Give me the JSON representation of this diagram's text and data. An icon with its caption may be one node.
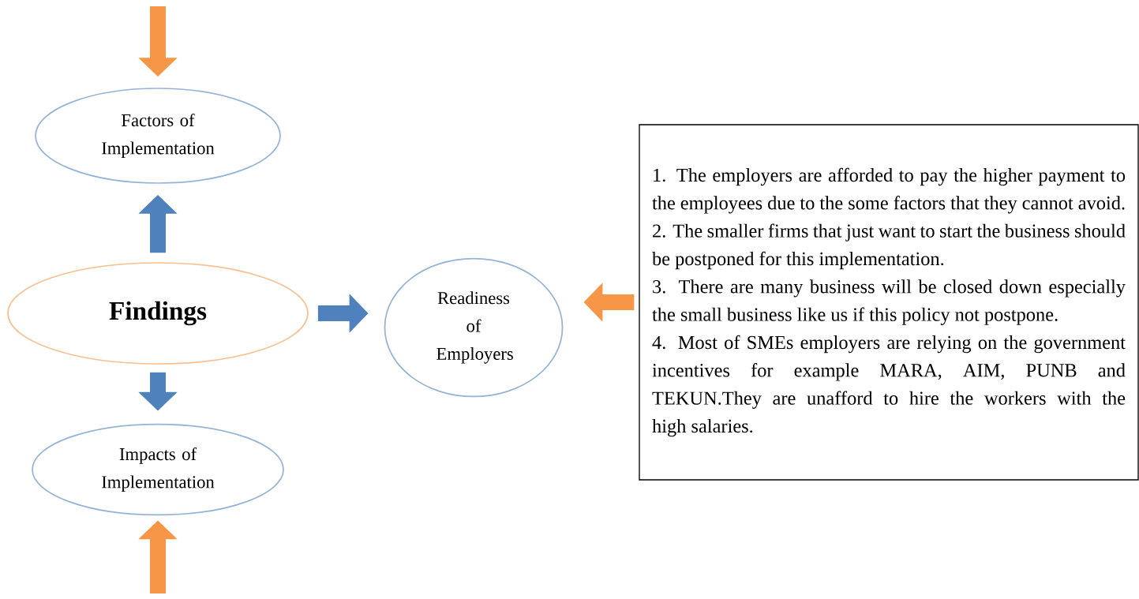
{
  "diagram": {
    "nodes": [
      {
        "text": [
          "Factors of Implementation"
        ]
      },
      {
        "text": [
          "Findings"
        ]
      },
      {
        "text": [
          "Readiness of Employers"
        ]
      },
      {
        "text": [
          "Impacts of Implementation"
        ]
      },
      {
        "text": [
          "1. The employers are afforded to pay the higher payment to the employees due to the some factors that they cannot avoid.",
          "2. The smaller firms that just want to start the business should be postponed for this implementation.",
          "3. There are many business will be closed down especially the small business like us if this policy not postpone.",
          "4. Most of SMEs employers are relying on the government incentives for example MARA, AIM, PUNB and TEKUN.They are unafford to hire the workers with the high salaries."
        ]
      }
    ],
    "edges": [
      {
        "from": null,
        "to": 0,
        "arrow": "to",
        "color": "#f79646"
      },
      {
        "from": 1,
        "to": 0,
        "arrow": "to",
        "color": "#4f81bd"
      },
      {
        "from": 1,
        "to": 2,
        "arrow": "to",
        "color": "#4f81bd"
      },
      {
        "from": 1,
        "to": 3,
        "arrow": "to",
        "color": "#4f81bd"
      },
      {
        "from": null,
        "to": 3,
        "arrow": "to",
        "color": "#f79646"
      },
      {
        "from": 4,
        "to": 2,
        "arrow": "to",
        "color": "#f79646"
      }
    ]
  }
}
